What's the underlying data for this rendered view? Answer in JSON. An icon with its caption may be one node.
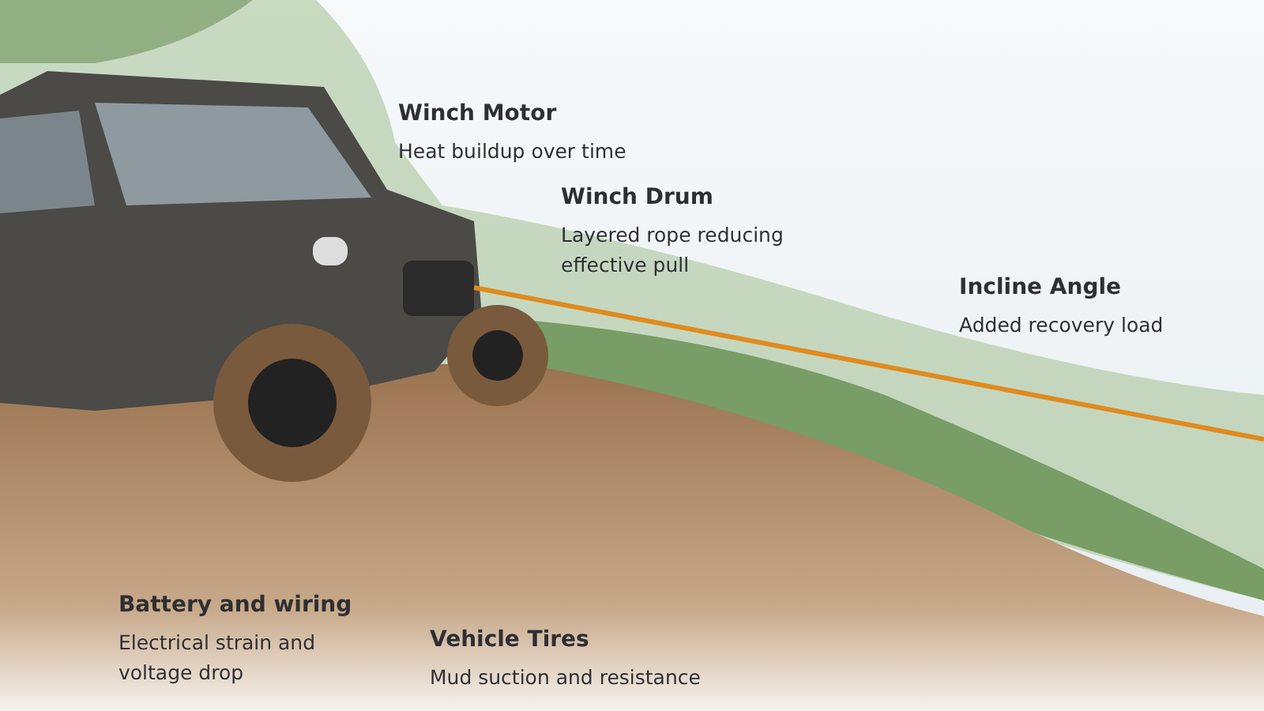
{
  "diagram": {
    "labels": [
      "Winch Motor",
      "Heat buildup over time",
      "Winch Drum",
      "Layered rope reducing effective pull",
      "Incline Angle",
      "Added recovery load",
      "Battery and wiring",
      "Electrical strain and voltage drop",
      "Vehicle Tires",
      "Mud suction and resistance"
    ]
  }
}
